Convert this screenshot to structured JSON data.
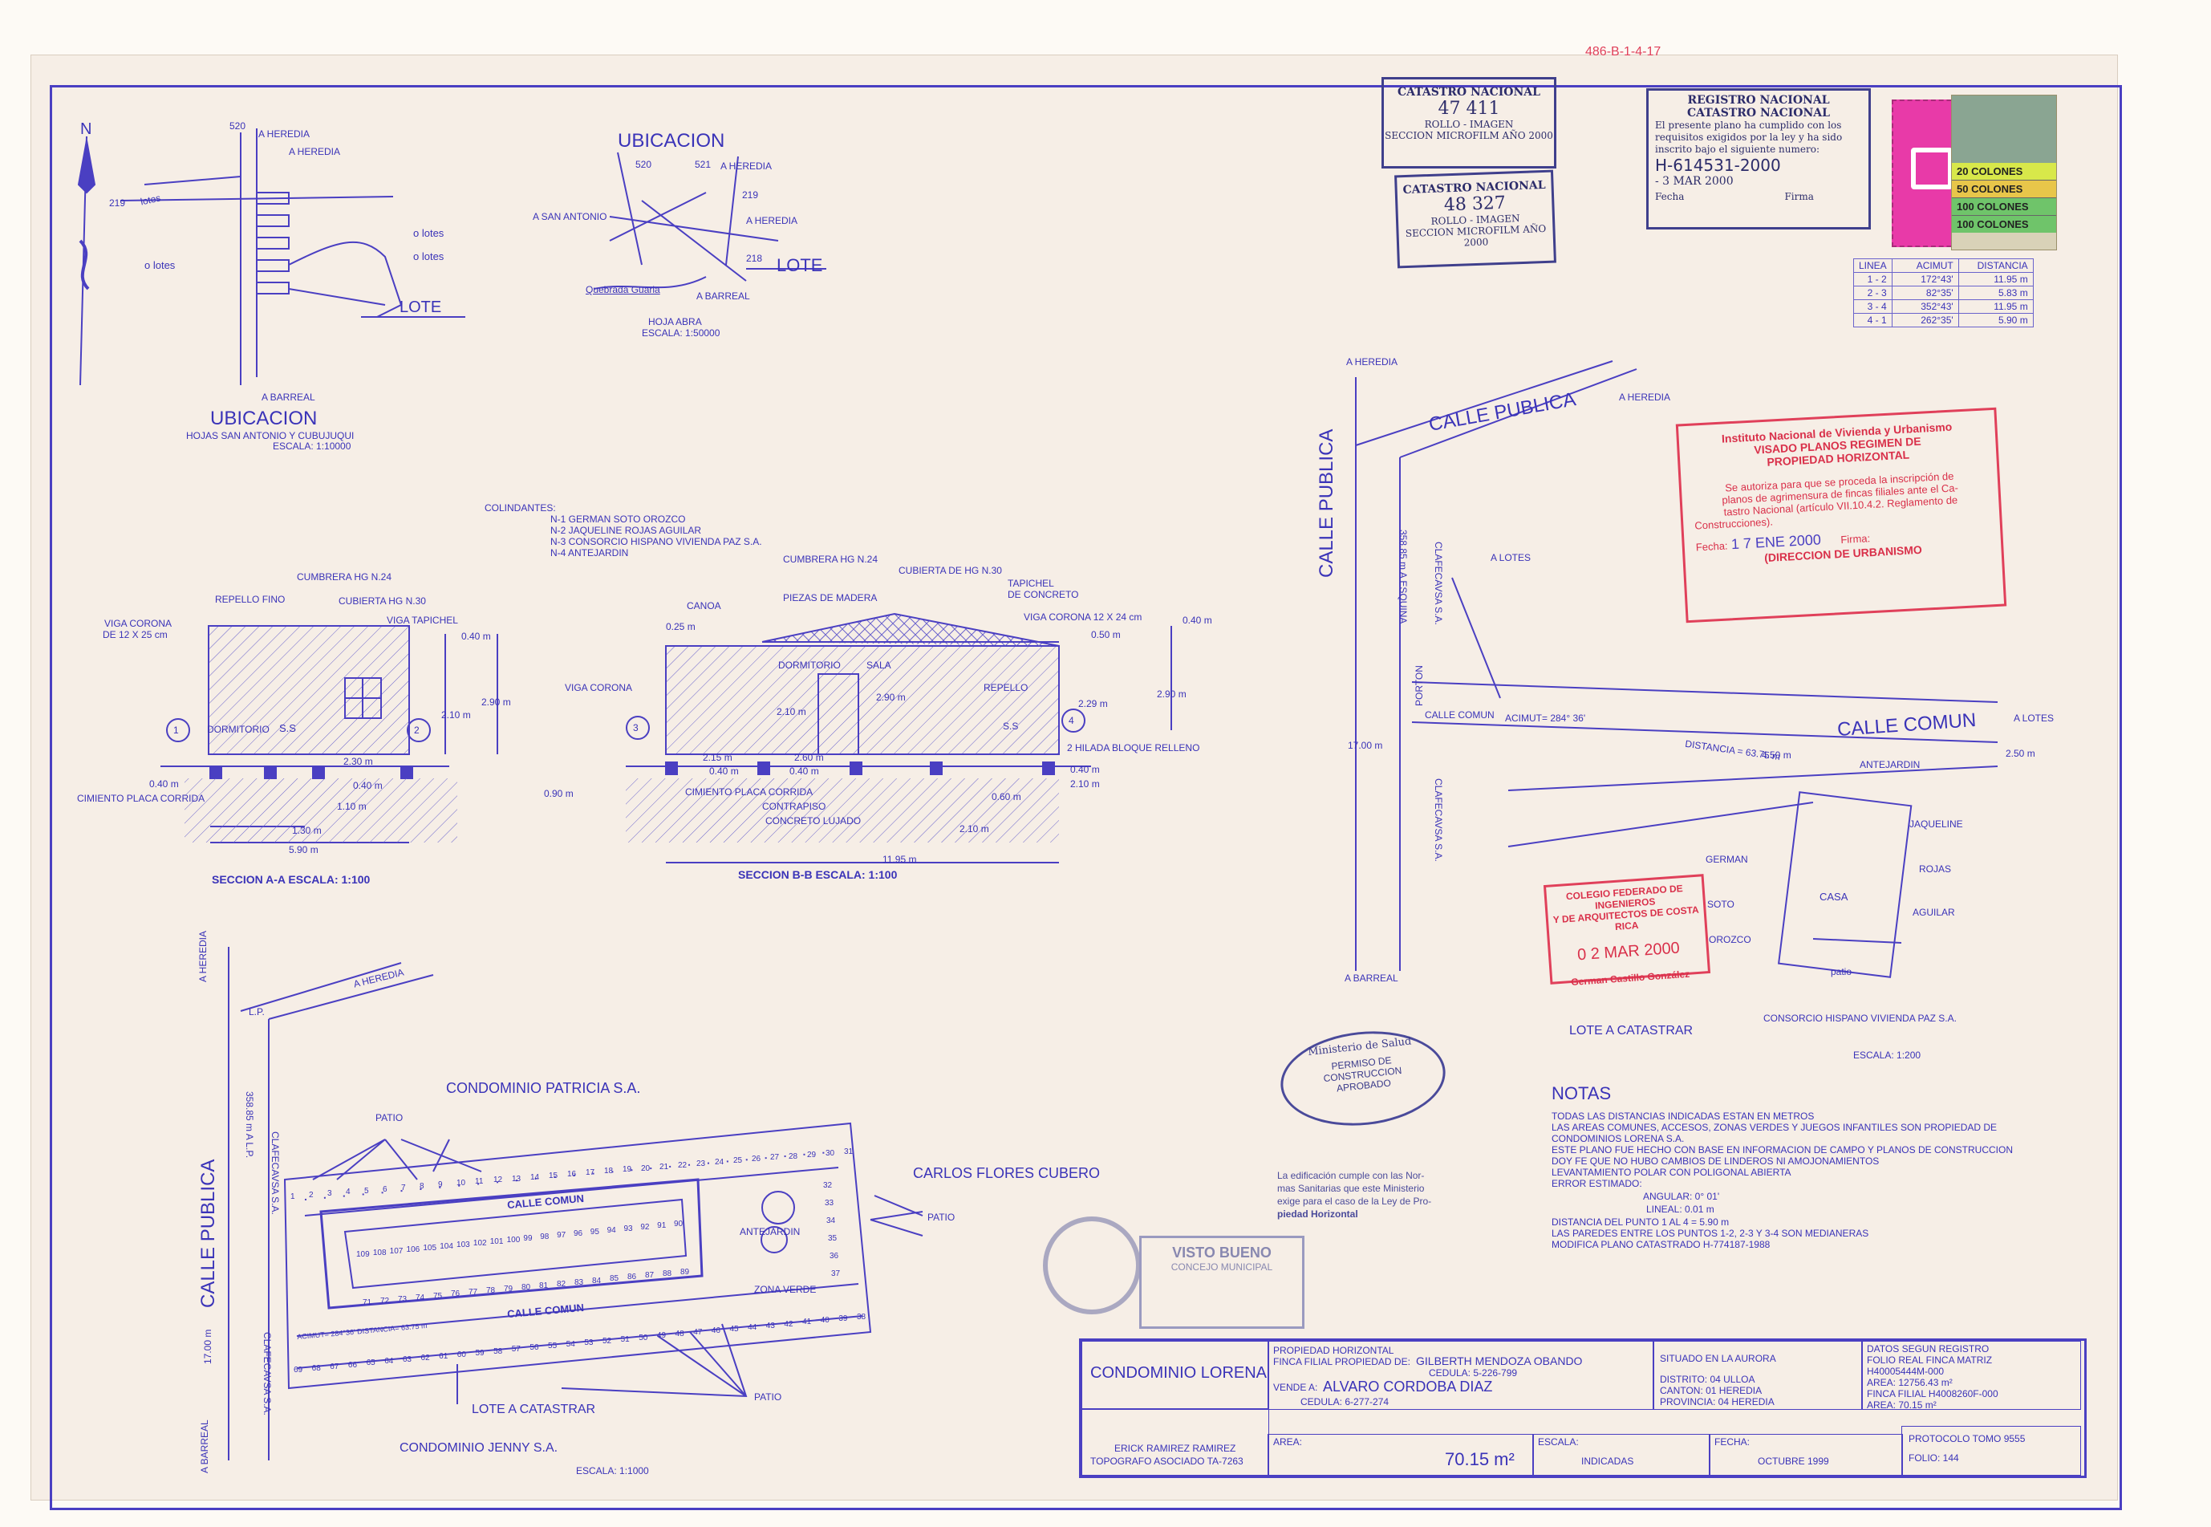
{
  "ref_number": "486-B-1-4-17",
  "location_small": {
    "title": "UBICACION",
    "subtitle": "HOJAS SAN ANTONIO Y CUBUJUQUI",
    "scale": "ESCALA: 1:10000",
    "labels": [
      "A HEREDIA",
      "A HEREDIA",
      "520",
      "219",
      "lotes",
      "o lotes",
      "o lotes",
      "o lotes",
      "LOTE",
      "A BARREAL"
    ]
  },
  "location_map": {
    "title": "UBICACION",
    "labels": [
      "520",
      "521",
      "A HEREDIA",
      "219",
      "A SAN ANTONIO",
      "A HEREDIA",
      "218",
      "LOTE",
      "Quebrada Guaria",
      "A BARREAL"
    ],
    "sheet": "HOJA ABRA",
    "scale": "ESCALA: 1:50000"
  },
  "catastro_stamps": [
    {
      "title": "CATASTRO NACIONAL",
      "number": "47   411",
      "line2": "ROLLO - IMAGEN",
      "line3": "SECCION MICROFILM AÑO 2000"
    },
    {
      "title": "CATASTRO NACIONAL",
      "number": "48   327",
      "line2": "ROLLO - IMAGEN",
      "line3": "SECCION MICROFILM AÑO 2000"
    }
  ],
  "registro_stamp": {
    "title1": "REGISTRO NACIONAL",
    "title2": "CATASTRO NACIONAL",
    "body": "El presente plano ha cumplido con los requisitos exigidos por la ley y ha sido inscrito bajo el siguiente numero:",
    "number": "H-614531-2000",
    "date": "- 3 MAR 2000",
    "fecha_label": "Fecha",
    "firma_label": "Firma"
  },
  "revenue_stamps": [
    "20 COLONES",
    "50 COLONES",
    "100 COLONES",
    "100 COLONES"
  ],
  "azimuth_table": {
    "headers": [
      "LINEA",
      "ACIMUT",
      "DISTANCIA"
    ],
    "rows": [
      [
        "1 - 2",
        "172°43'",
        "11.95 m"
      ],
      [
        "2 - 3",
        "82°35'",
        "5.83 m"
      ],
      [
        "3 - 4",
        "352°43'",
        "11.95 m"
      ],
      [
        "4 - 1",
        "262°35'",
        "5.90 m"
      ]
    ]
  },
  "invu_stamp": {
    "l1": "Instituto Nacional de Vivienda y Urbanismo",
    "l2": "VISADO PLANOS REGIMEN DE",
    "l3": "PROPIEDAD HORIZONTAL",
    "l4": "Se autoriza para que se proceda la inscripción de",
    "l5": "planos de agrimensura de fincas filiales ante el Ca-",
    "l6": "tastro Nacional (artículo VII.10.4.2. Reglamento de",
    "l7": "Construcciones).",
    "fecha_label": "Fecha:",
    "fecha": "1 7 ENE 2000",
    "firma_label": "Firma:",
    "l8": "(DIRECCION DE URBANISMO"
  },
  "colindantes": {
    "title": "COLINDANTES:",
    "items": [
      "N-1   GERMAN SOTO OROZCO",
      "N-2   JAQUELINE ROJAS AGUILAR",
      "N-3   CONSORCIO HISPANO VIVIENDA PAZ S.A.",
      "N-4   ANTEJARDIN"
    ]
  },
  "section_a": {
    "title": "SECCION A-A   ESCALA: 1:100",
    "labels": [
      "CUMBRERA HG N.24",
      "REPELLO FINO",
      "CUBIERTA HG N.30",
      "VIGA CORONA",
      "DE 12 X 25 cm",
      "VIGA TAPICHEL",
      "0.40 m",
      "2.90 m",
      "2.10 m",
      "DORMITORIO",
      "S.S",
      "2.30 m",
      "0.40 m",
      "1.10 m",
      "0.40 m",
      "CIMIENTO PLACA CORRIDA",
      "1.30 m",
      "5.90 m"
    ],
    "markers": [
      "1",
      "2"
    ]
  },
  "section_b": {
    "title": "SECCION B-B    ESCALA: 1:100",
    "labels": [
      "CUMBRERA HG N.24",
      "CUBIERTA DE HG N.30",
      "PIEZAS DE MADERA",
      "TAPICHEL",
      "DE CONCRETO",
      "CANOA",
      "VIGA CORONA 12 X 24 cm",
      "0.40 m",
      "0.25 m",
      "0.50 m",
      "DORMITORIO",
      "SALA",
      "REPELLO",
      "2.90 m",
      "2.29 m",
      "2.90 m",
      "2.10 m",
      "S.S",
      "VIGA CORONA",
      "2 HILADA BLOQUE RELLENO",
      "2.15 m",
      "2.60 m",
      "0.40 m",
      "0.40 m",
      "0.40 m",
      "0.90 m",
      "CIMIENTO PLACA CORRIDA",
      "CONTRAPISO",
      "CONCRETO LUJADO",
      "0.60 m",
      "2.10 m",
      "2.10 m",
      "11.95 m"
    ],
    "markers": [
      "3",
      "4"
    ]
  },
  "site_plan": {
    "labels": [
      "A HEREDIA",
      "CALLE PUBLICA",
      "A HEREDIA",
      "CALLE PUBLICA",
      "358.85 m   A ESQUINA",
      "CLAFECAVSA S.A.",
      "A LOTES",
      "PORTON",
      "CALLE COMUN",
      "ACIMUT= 284° 36'",
      "DISTANCIA = 63.75 m",
      "CALLE COMUN",
      "A LOTES",
      "17.00 m",
      "4.50 m",
      "2.50 m",
      "ANTEJARDIN",
      "JAQUELINE",
      "ROJAS",
      "AGUILAR",
      "GERMAN",
      "SOTO",
      "OROZCO",
      "CASA",
      "patio",
      "CLAFECAVSA S.A.",
      "A BARREAL",
      "LOTE A CATASTRAR",
      "CONSORCIO HISPANO VIVIENDA PAZ S.A.",
      "ESCALA: 1:200"
    ]
  },
  "colegio_stamp": {
    "l1": "COLEGIO FEDERADO DE INGENIEROS",
    "l2": "Y DE ARQUITECTOS DE COSTA RICA",
    "date": "0 2 MAR 2000",
    "name": "German Castillo González"
  },
  "notas": {
    "title": "NOTAS",
    "lines": [
      "TODAS LAS DISTANCIAS INDICADAS ESTAN EN METROS",
      "LAS AREAS COMUNES, ACCESOS, ZONAS VERDES Y JUEGOS INFANTILES SON PROPIEDAD DE",
      "CONDOMINIOS LORENA S.A.",
      "ESTE PLANO FUE HECHO CON BASE EN INFORMACION DE CAMPO Y PLANOS DE CONSTRUCCION",
      "DOY FE QUE NO HUBO CAMBIOS DE LINDEROS NI AMOJONAMIENTOS",
      "LEVANTAMIENTO POLAR CON POLIGONAL ABIERTA",
      "ERROR ESTIMADO:",
      "ANGULAR: 0° 01'",
      "LINEAL:  0.01 m",
      "DISTANCIA DEL PUNTO 1 AL 4 = 5.90 m",
      "LAS PAREDES ENTRE LOS PUNTOS 1-2, 2-3 Y 3-4 SON MEDIANERAS",
      "MODIFICA PLANO CATASTRADO H-774187-1988"
    ]
  },
  "salud_stamp": {
    "l1": "Ministerio de Salud",
    "l2": "PERMISO DE",
    "l3": "CONSTRUCCION",
    "l4": "APROBADO",
    "text": "La edificación cumple con las Nor-",
    "text2": "mas Sanitarias que este Ministerio",
    "text3": "exige para el caso de la Ley de Pro-",
    "text4": "piedad Horizontal"
  },
  "visto_bueno": {
    "title": "VISTO BUENO",
    "sub": "CONCEJO MUNICIPAL"
  },
  "condominio_plan": {
    "labels": [
      "A HEREDIA",
      "A HEREDIA",
      "L.P.",
      "358.85 m  A L.P.",
      "CLAFECAVSA S.A.",
      "CONDOMINIO PATRICIA S.A.",
      "PATIO",
      "CALLE COMUN",
      "CALLE COMUN",
      "ANTEJARDIN",
      "ZONA VERDE",
      "CARLOS FLORES CUBERO",
      "PATIO",
      "CALLE PUBLICA",
      "17.00 m",
      "CLAFECAVSA S.A.",
      "LOTE A CATASTRAR",
      "PATIO",
      "CONDOMINIO JENNY S.A.",
      "A BARREAL",
      "ESCALA: 1:1000",
      "ACIMUT= 284°36'  DISTANCIA= 63.75 m"
    ],
    "row_top": [
      "1",
      "2",
      "3",
      "4",
      "5",
      "6",
      "7",
      "8",
      "9",
      "10",
      "11",
      "12",
      "13",
      "14",
      "15",
      "16",
      "17",
      "18",
      "19",
      "20",
      "21",
      "22",
      "23",
      "24",
      "25",
      "26",
      "27",
      "28",
      "29",
      "30",
      "31"
    ],
    "row_mid1": [
      "109",
      "108",
      "107",
      "106",
      "105",
      "104",
      "103",
      "102",
      "101",
      "100",
      "99",
      "98",
      "97",
      "96",
      "95",
      "94",
      "93",
      "92",
      "91",
      "90"
    ],
    "row_mid2": [
      "71",
      "72",
      "73",
      "74",
      "75",
      "76",
      "77",
      "78",
      "79",
      "80",
      "81",
      "82",
      "83",
      "84",
      "85",
      "86",
      "87",
      "88",
      "89"
    ],
    "row_bottom": [
      "69",
      "68",
      "67",
      "66",
      "65",
      "64",
      "63",
      "62",
      "61",
      "60",
      "59",
      "58",
      "57",
      "56",
      "55",
      "54",
      "53",
      "52",
      "51",
      "50",
      "49",
      "48",
      "47",
      "46",
      "45",
      "44",
      "43",
      "42",
      "41",
      "40",
      "39",
      "38"
    ],
    "row_right": [
      "32",
      "33",
      "34",
      "35",
      "36",
      "37"
    ]
  },
  "title_block": {
    "project": "CONDOMINIO LORENA",
    "surveyor": "ERICK RAMIREZ RAMIREZ",
    "surveyor_role": "TOPOGRAFO ASOCIADO TA-7263",
    "prop_line1": "PROPIEDAD HORIZONTAL",
    "prop_line2": "FINCA FILIAL PROPIEDAD DE:",
    "owner": "GILBERTH MENDOZA OBANDO",
    "owner_id": "CEDULA: 5-226-799",
    "vende_label": "VENDE A:",
    "buyer": "ALVARO CORDOBA DIAZ",
    "buyer_id": "CEDULA: 6-277-274",
    "situado": "SITUADO EN LA AURORA",
    "distrito": "DISTRITO: 04  ULLOA",
    "canton": "CANTON: 01  HEREDIA",
    "provincia": "PROVINCIA: 04  HEREDIA",
    "datos_title": "DATOS SEGUN REGISTRO",
    "folio_real": "FOLIO REAL FINCA MATRIZ",
    "folio_num": "H40005444M-000",
    "area_matriz": "AREA: 12756.43 m²",
    "finca_filial": "FINCA FILIAL   H4008260F-000",
    "area_filial": "AREA: 70.15 m²",
    "area_label": "AREA:",
    "area_value": "70.15 m²",
    "escala_label": "ESCALA:",
    "escala_value": "INDICADAS",
    "fecha_label": "FECHA:",
    "fecha_value": "OCTUBRE 1999",
    "protocolo": "PROTOCOLO TOMO 9555",
    "folio": "FOLIO:   144"
  },
  "north": "N",
  "colors": {
    "ink": "#3a33b8",
    "stamp_red": "#d9304a",
    "paper": "#f6eee6",
    "stamp_magenta": "#e83aa8"
  }
}
